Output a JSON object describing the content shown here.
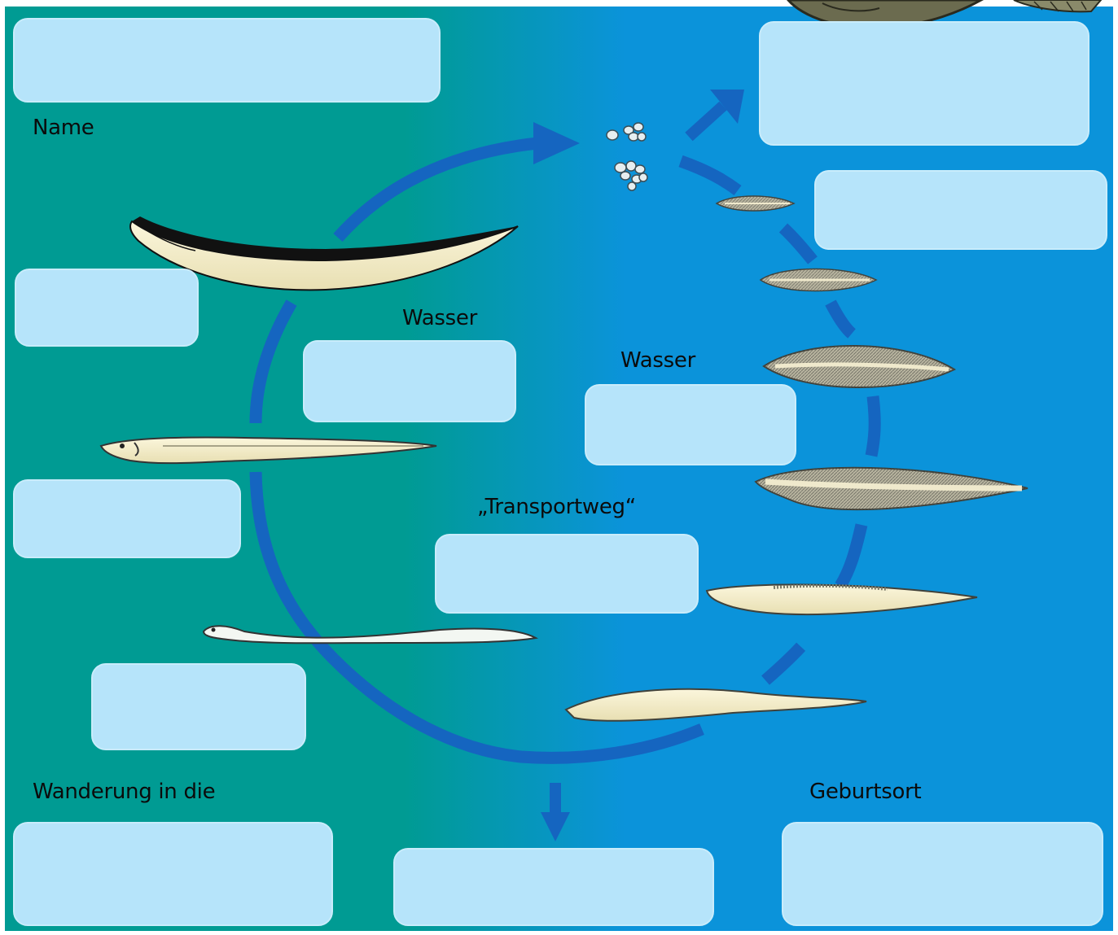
{
  "labels": {
    "name": "Name",
    "wasser_left": "Wasser",
    "wasser_right": "Wasser",
    "transportweg": "„Transportweg“",
    "wanderung": "Wanderung in die",
    "geburtsort": "Geburtsort"
  },
  "colors": {
    "freshwater_teal": "#009b93",
    "sea_blue": "#0b93da",
    "answer_box": "#b6e4fa",
    "cycle_arrow": "#1565c0"
  },
  "icons": [
    "eel-silver-icon",
    "eel-yellow-icon",
    "glass-eel-icon",
    "leptocephalus-larva-icon",
    "egg-cluster-icon",
    "fish-icon"
  ]
}
